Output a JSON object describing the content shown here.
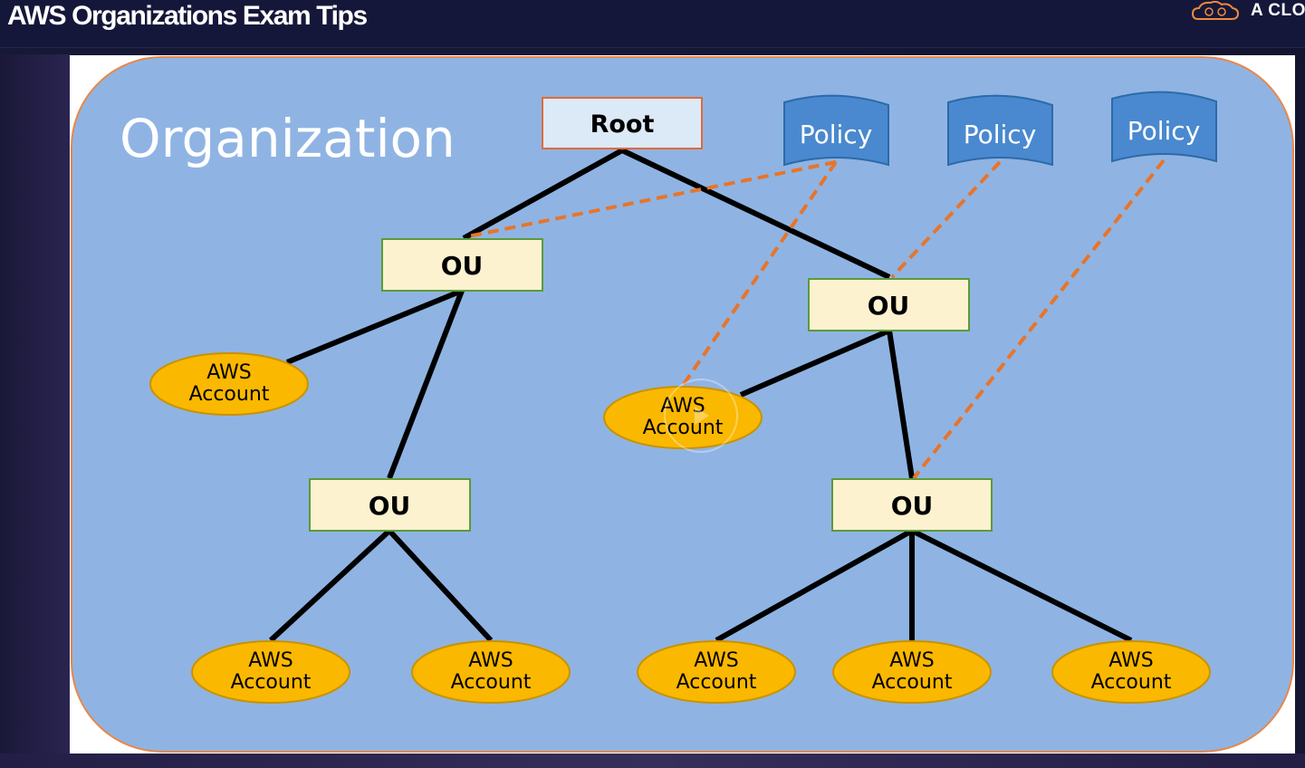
{
  "header": {
    "title": "AWS Organizations Exam Tips",
    "brand_text": "A CLO"
  },
  "diagram": {
    "org_label": "Organization",
    "root_label": "Root",
    "ou_label": "OU",
    "policy_label": "Policy",
    "account_line1": "AWS",
    "account_line2": "Account"
  },
  "colors": {
    "org_fill": "#8fb4e3",
    "org_border": "#e8874a",
    "ou_fill": "#fdf2d0",
    "ou_border": "#5c9a3a",
    "root_fill": "#dce9f6",
    "root_border": "#e06a3a",
    "policy_fill": "#4a89cf",
    "account_fill": "#fbb800",
    "policy_link": "#e8742a"
  }
}
